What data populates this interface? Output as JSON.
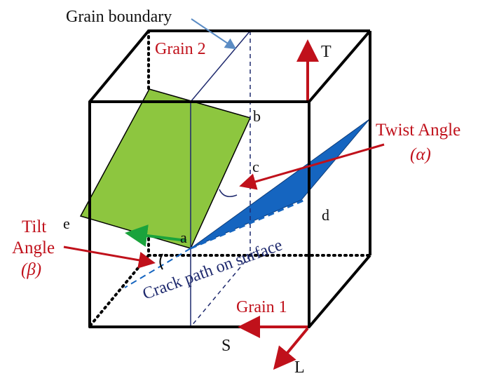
{
  "labels": {
    "grain_boundary": "Grain boundary",
    "grain_2": "Grain 2",
    "grain_1": "Grain 1",
    "axis_t": "T",
    "axis_s": "S",
    "axis_l": "L",
    "point_a": "a",
    "point_b": "b",
    "point_c": "c",
    "point_d": "d",
    "point_e": "e",
    "twist_angle_line1": "Twist Angle",
    "twist_angle_line2": "(α)",
    "tilt_angle_line1": "Tilt",
    "tilt_angle_line2": "Angle",
    "tilt_angle_line3": "(β)",
    "crack_path": "Crack path on surface"
  },
  "colors": {
    "grain_plane_fill": "#8dc63f",
    "crack_plane_fill": "#1565c0",
    "annotation_red": "#c0111b",
    "direction_green": "#1aa33c",
    "crack_text_navy": "#1f2a6e",
    "boundary_line_navy": "#1f2a6e",
    "leader_line_blue": "#5b8cc4",
    "cube_edge_black": "#000000"
  }
}
